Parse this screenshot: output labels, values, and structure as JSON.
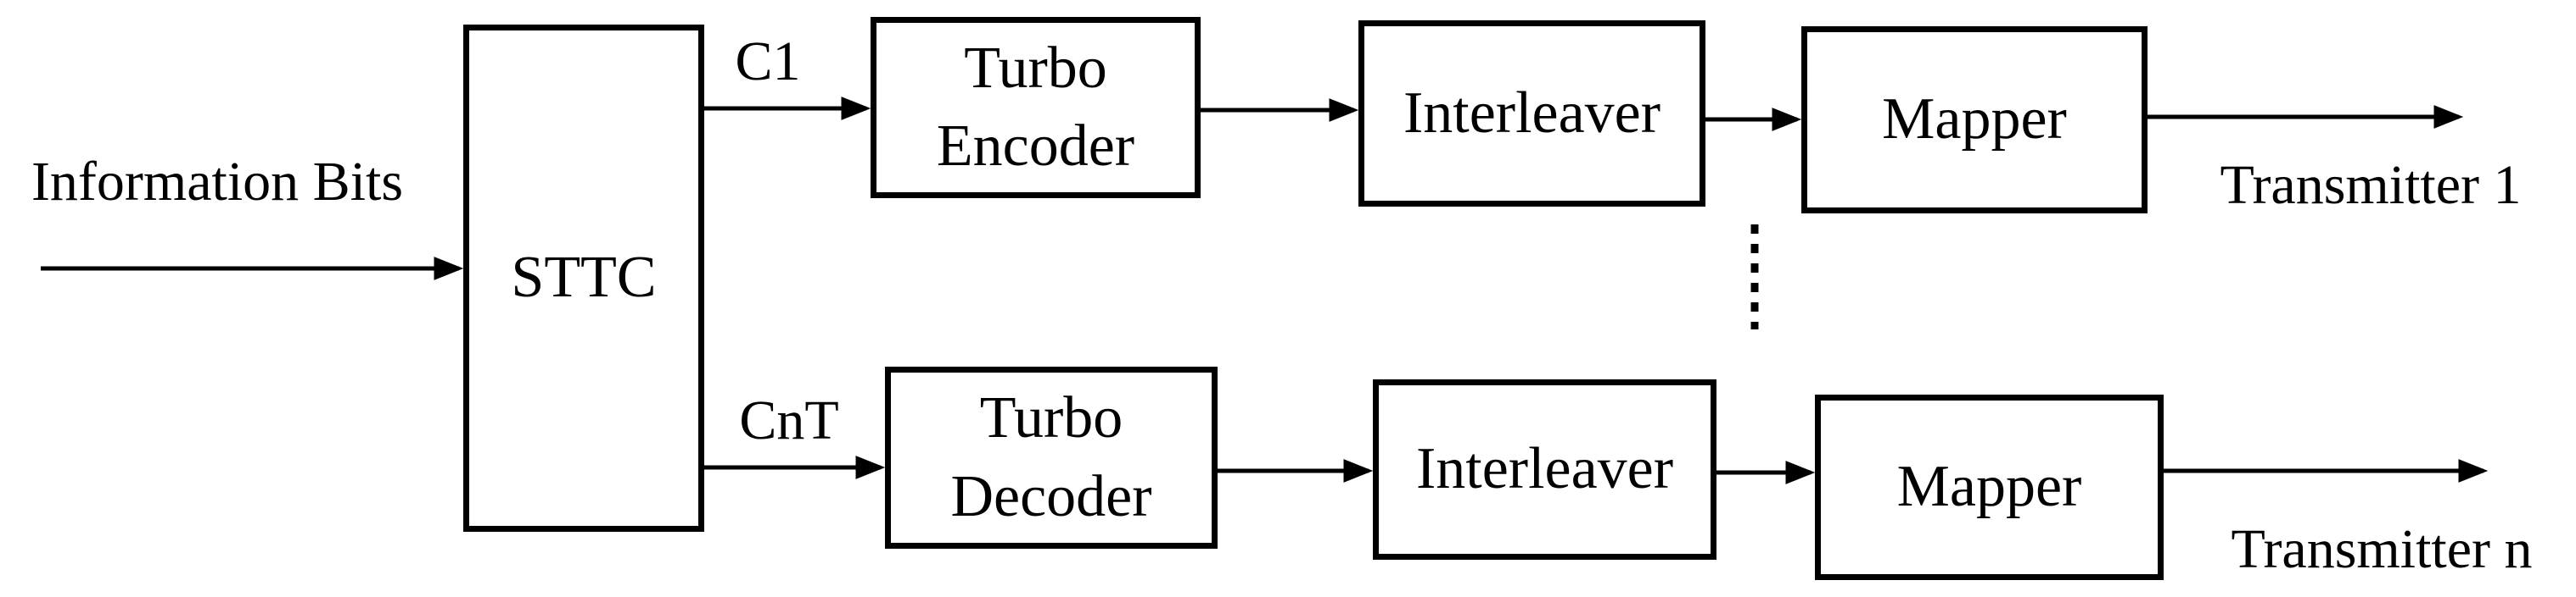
{
  "figure": {
    "background": "#ffffff",
    "ink": "#000000",
    "input_label": "Information Bits",
    "signal_labels": {
      "top": "C1",
      "bottom": "CnT"
    },
    "blocks": {
      "sttc": {
        "label": "STTC"
      },
      "turbo_encoder": {
        "line1": "Turbo",
        "line2": "Encoder"
      },
      "interleaver_top": {
        "label": "Interleaver"
      },
      "mapper_top": {
        "label": "Mapper"
      },
      "turbo_decoder": {
        "line1": "Turbo",
        "line2": "Decoder"
      },
      "interleaver_bottom": {
        "label": "Interleaver"
      },
      "mapper_bottom": {
        "label": "Mapper"
      }
    },
    "output_labels": {
      "top": "Transmitter 1",
      "bottom": "Transmitter n"
    },
    "ellipsis_dot_count": 6,
    "connections": [
      {
        "from": "information-bits",
        "to": "sttc"
      },
      {
        "from": "sttc",
        "to": "turbo-encoder",
        "label": "C1"
      },
      {
        "from": "turbo-encoder",
        "to": "interleaver-top"
      },
      {
        "from": "interleaver-top",
        "to": "mapper-top"
      },
      {
        "from": "mapper-top",
        "to": "transmitter-1"
      },
      {
        "from": "sttc",
        "to": "turbo-decoder",
        "label": "CnT"
      },
      {
        "from": "turbo-decoder",
        "to": "interleaver-bottom"
      },
      {
        "from": "interleaver-bottom",
        "to": "mapper-bottom"
      },
      {
        "from": "mapper-bottom",
        "to": "transmitter-n"
      }
    ]
  }
}
